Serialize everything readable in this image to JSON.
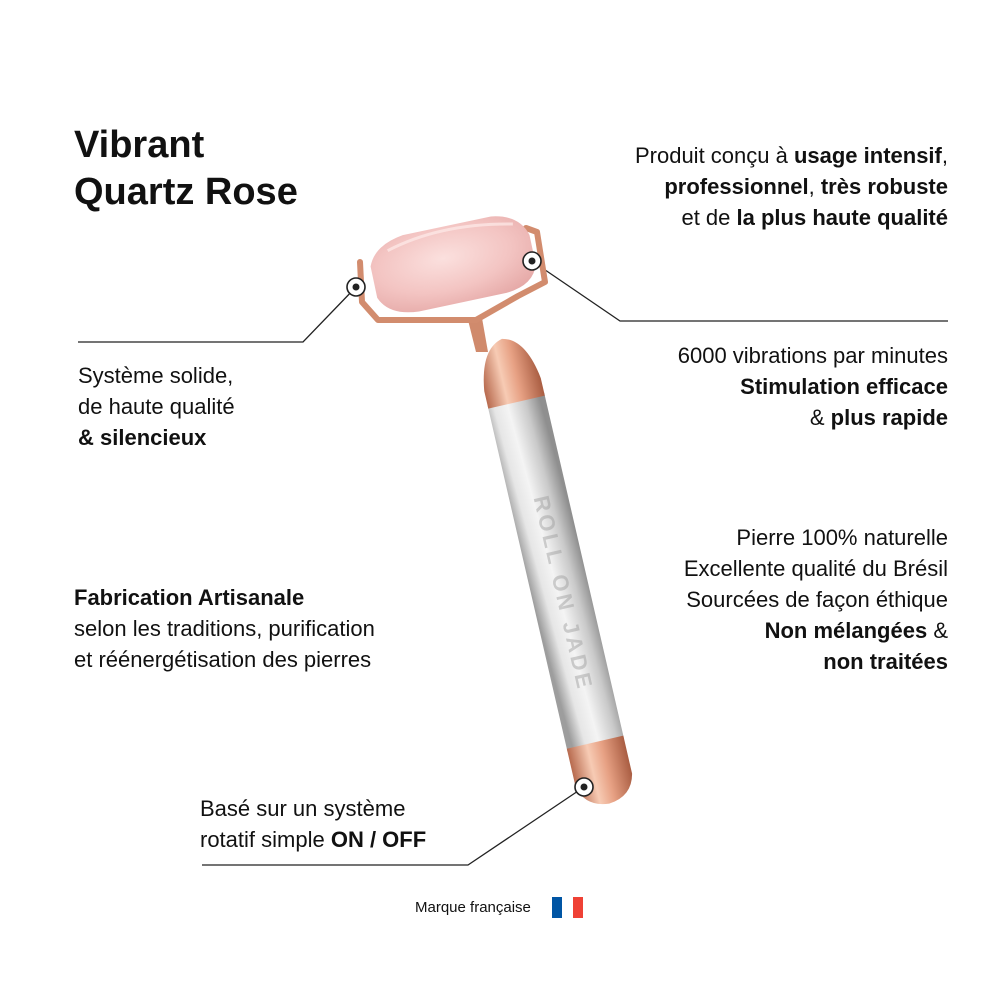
{
  "title": {
    "line1": "Vibrant",
    "line2": "Quartz Rose"
  },
  "top_right": {
    "l1_pre": "Produit conçu à ",
    "l1_bold": "usage intensif",
    "l1_post": ",",
    "l2_bold1": "professionnel",
    "l2_mid": ", ",
    "l2_bold2": "très robuste",
    "l3_pre": "et de ",
    "l3_bold": "la plus haute qualité"
  },
  "system": {
    "l1": "Système solide,",
    "l2": "de haute qualité",
    "l3_bold": "& silencieux"
  },
  "vibrations": {
    "l1": "6000 vibrations par minutes",
    "l2_bold": "Stimulation efficace",
    "l3_pre": "& ",
    "l3_bold": "plus rapide"
  },
  "stone": {
    "l1": "Pierre 100% naturelle",
    "l2": "Excellente qualité du Brésil",
    "l3": "Sourcées de façon éthique",
    "l4_bold": "Non mélangées",
    "l4_post": " &",
    "l5_bold": "non traitées"
  },
  "craft": {
    "l1_bold": "Fabrication Artisanale",
    "l2": "selon les traditions, purification",
    "l3": "et réénergétisation des pierres"
  },
  "switch": {
    "l1": "Basé sur un système",
    "l2_pre": "rotatif simple ",
    "l2_bold": "ON / OFF"
  },
  "product": {
    "brand_engraving": "ROLL ON JADE"
  },
  "footer": {
    "label": "Marque française",
    "flag_colors": [
      "#0055a4",
      "#ffffff",
      "#ef4135"
    ]
  },
  "colors": {
    "rose_gold": "#d9967c",
    "rose_quartz": "#f4c7c5",
    "silver": "#c9c9c9",
    "text": "#111111"
  }
}
